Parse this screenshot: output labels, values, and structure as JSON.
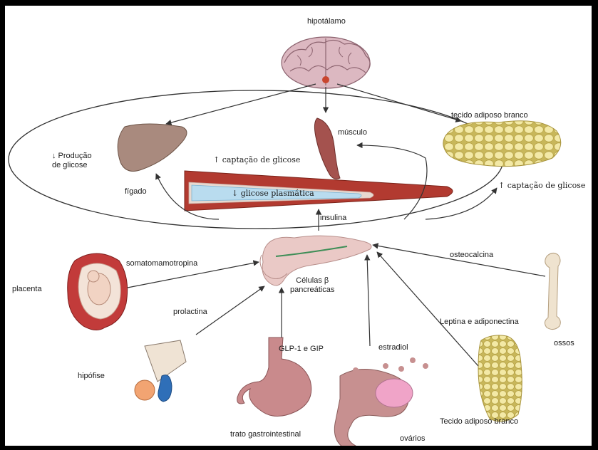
{
  "labels": {
    "hypothalamus": "hipotálamo",
    "muscle": "músculo",
    "white_adipose_top": "tecido adiposo branco",
    "glucose_production": "↓ Produção\nde glicose",
    "glucose_uptake_center": "↑ captação de glicose",
    "liver": "fígado",
    "plasma_glucose": "↓ glicose plasmática",
    "glucose_uptake_right": "↑ captação de glicose",
    "insulin": "insulina",
    "somatomammotropin": "somatomamotropina",
    "placenta": "placenta",
    "beta_cells": "Células β\npancreáticas",
    "osteocalcin": "osteocalcina",
    "prolactin": "prolactina",
    "leptin_adiponectin": "Leptina e adiponectina",
    "bones": "ossos",
    "glp_gip": "GLP-1 e GIP",
    "estradiol": "estradiol",
    "pituitary": "hipófise",
    "white_adipose_bottom": "Tecido adiposo branco",
    "gi_tract": "trato gastrointestinal",
    "ovaries": "ovários"
  },
  "colors": {
    "brain": "#d9b3bd",
    "liver": "#a98a7e",
    "muscle": "#a4524e",
    "fat": "#f1e6a0",
    "vessel": "#b23a30",
    "glucose_fill": "#b9dcef",
    "pancreas": "#eac9c6",
    "uterus": "#c23b3a",
    "stomach": "#c98a8c",
    "arrow": "#333333"
  }
}
